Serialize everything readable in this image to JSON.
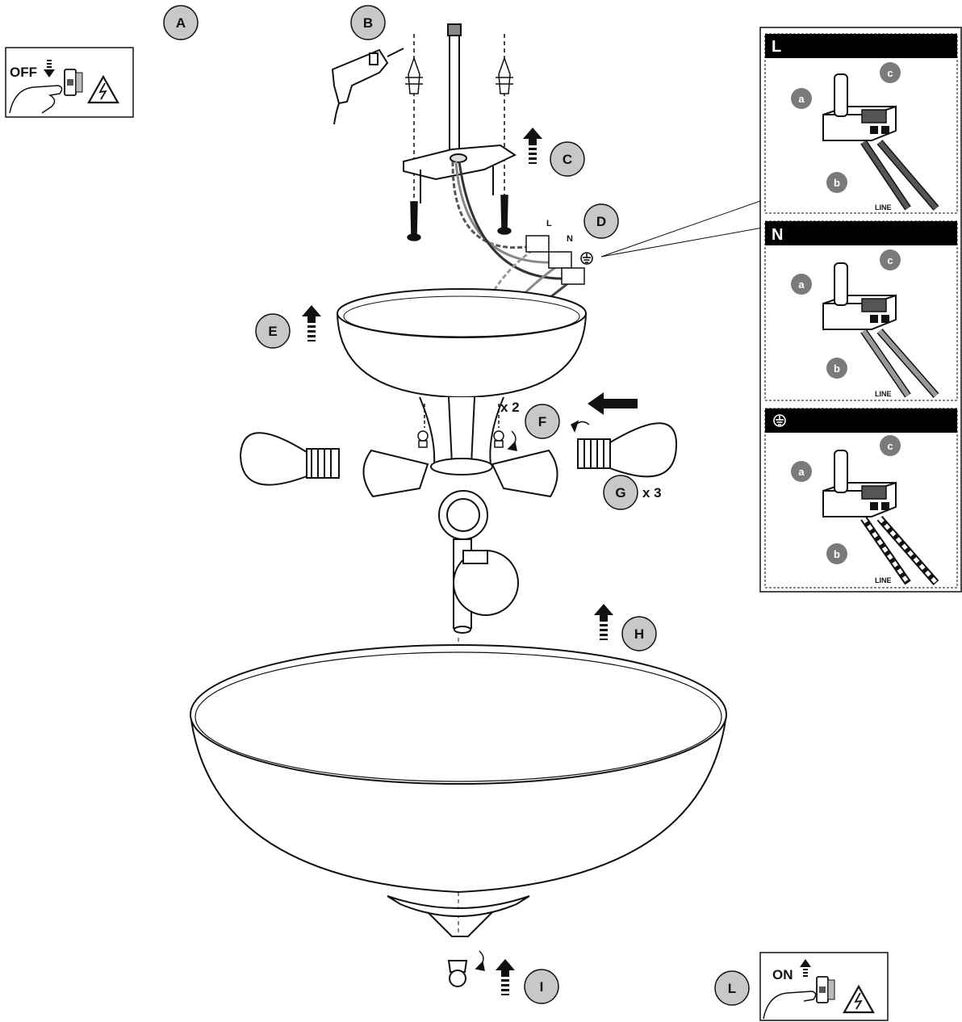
{
  "steps": {
    "A": "A",
    "B": "B",
    "C": "C",
    "D": "D",
    "E": "E",
    "F": "F",
    "G": "G",
    "H": "H",
    "I": "I",
    "L": "L"
  },
  "quantities": {
    "screws": "x 2",
    "bulbs": "x 3"
  },
  "switch_off_label": "OFF",
  "switch_on_label": "ON",
  "terminal_labels": {
    "live": "L",
    "neutral": "N"
  },
  "detail_panels": [
    {
      "title": "L",
      "substeps": [
        "a",
        "b",
        "c"
      ],
      "cable_label": "LINE"
    },
    {
      "title": "N",
      "substeps": [
        "a",
        "b",
        "c"
      ],
      "cable_label": "LINE"
    },
    {
      "title_icon": "earth-ground-icon",
      "substeps": [
        "a",
        "b",
        "c"
      ],
      "cable_label": "LINE"
    }
  ],
  "colors": {
    "step_badge": "#c8c8c8",
    "substep_badge": "#7a7a7a",
    "ink": "#111111",
    "panel_header": "#000000"
  },
  "icons": [
    "drill-icon",
    "wall-plug-icon",
    "screw-icon",
    "arrow-up-icon",
    "circuit-breaker-icon",
    "electric-hazard-icon",
    "rotate-icon",
    "bulb-icon"
  ]
}
